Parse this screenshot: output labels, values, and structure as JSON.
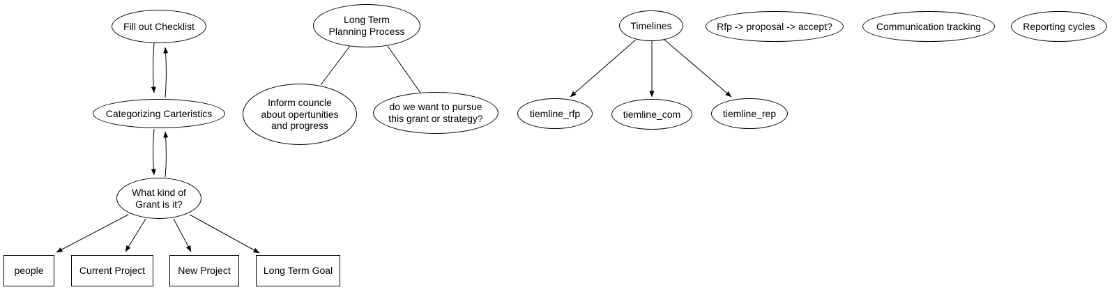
{
  "diagram": {
    "background_color": "#ffffff",
    "node_border_color": "#000000",
    "text_color": "#000000",
    "nodes": {
      "fill_out_checklist": {
        "label": "Fill out Checklist",
        "shape": "ellipse"
      },
      "categorizing_carteristics": {
        "label": "Categorizing Carteristics",
        "shape": "ellipse"
      },
      "what_kind_of_grant": {
        "label": "What kind of\nGrant is it?",
        "shape": "ellipse"
      },
      "people": {
        "label": "people",
        "shape": "box"
      },
      "current_project": {
        "label": "Current Project",
        "shape": "box"
      },
      "new_project": {
        "label": "New Project",
        "shape": "box"
      },
      "long_term_goal": {
        "label": "Long Term Goal",
        "shape": "box"
      },
      "long_term_planning_process": {
        "label": "Long Term\nPlanning Process",
        "shape": "ellipse"
      },
      "inform_councle": {
        "label": "Inform councle\nabout opertunities\nand progress",
        "shape": "ellipse"
      },
      "pursue_grant_or_strategy": {
        "label": "do we want to pursue\nthis grant or strategy?",
        "shape": "ellipse"
      },
      "timelines": {
        "label": "Timelines",
        "shape": "ellipse"
      },
      "tiemline_rfp": {
        "label": "tiemline_rfp",
        "shape": "ellipse"
      },
      "tiemline_com": {
        "label": "tiemline_com",
        "shape": "ellipse"
      },
      "tiemline_rep": {
        "label": "tiemline_rep",
        "shape": "ellipse"
      },
      "rfp_proposal_accept": {
        "label": "Rfp -> proposal -> accept?",
        "shape": "ellipse"
      },
      "communication_tracking": {
        "label": "Communication tracking",
        "shape": "ellipse"
      },
      "reporting_cycles": {
        "label": "Reporting cycles",
        "shape": "ellipse"
      }
    },
    "edges": [
      {
        "from": "fill_out_checklist",
        "to": "categorizing_carteristics",
        "arrowhead": true
      },
      {
        "from": "categorizing_carteristics",
        "to": "fill_out_checklist",
        "arrowhead": true
      },
      {
        "from": "categorizing_carteristics",
        "to": "what_kind_of_grant",
        "arrowhead": true
      },
      {
        "from": "what_kind_of_grant",
        "to": "categorizing_carteristics",
        "arrowhead": true
      },
      {
        "from": "what_kind_of_grant",
        "to": "people",
        "arrowhead": true
      },
      {
        "from": "what_kind_of_grant",
        "to": "current_project",
        "arrowhead": true
      },
      {
        "from": "what_kind_of_grant",
        "to": "new_project",
        "arrowhead": true
      },
      {
        "from": "what_kind_of_grant",
        "to": "long_term_goal",
        "arrowhead": true
      },
      {
        "from": "long_term_planning_process",
        "to": "inform_councle",
        "arrowhead": false
      },
      {
        "from": "long_term_planning_process",
        "to": "pursue_grant_or_strategy",
        "arrowhead": false
      },
      {
        "from": "timelines",
        "to": "tiemline_rfp",
        "arrowhead": true
      },
      {
        "from": "timelines",
        "to": "tiemline_com",
        "arrowhead": true
      },
      {
        "from": "timelines",
        "to": "tiemline_rep",
        "arrowhead": true
      }
    ]
  }
}
